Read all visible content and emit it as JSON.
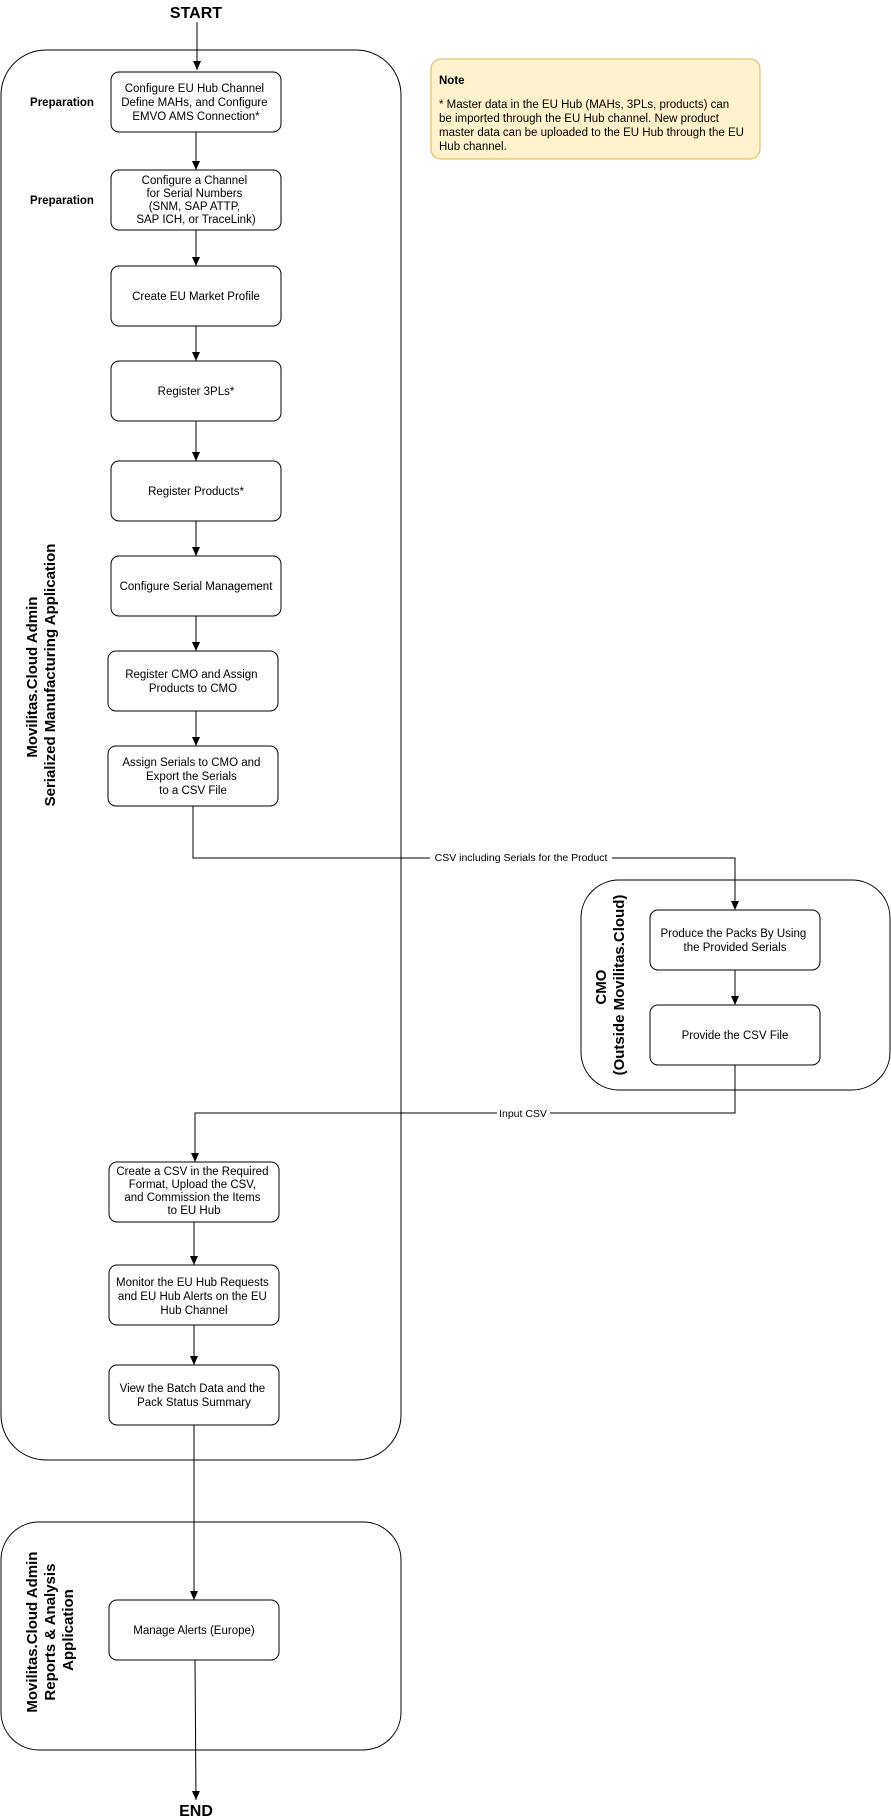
{
  "start_label": "START",
  "end_label": "END",
  "lanes": {
    "main": [
      "Movilitas.Cloud Admin",
      "Serialized Manufacturing Application"
    ],
    "cmo": [
      "CMO",
      "(Outside Movilitas.Cloud)"
    ],
    "reports": [
      "Movilitas.Cloud Admin",
      "Reports & Analysis",
      "Application"
    ]
  },
  "side_labels": {
    "prep1": "Preparation",
    "prep2": "Preparation"
  },
  "steps": {
    "configure_eu_hub": [
      "Configure EU Hub Channel",
      "Define MAHs, and Configure",
      "EMVO AMS Connection*"
    ],
    "configure_serial_channel": [
      "Configure a Channel",
      "for Serial Numbers",
      "(SNM, SAP ATTP,",
      "SAP ICH, or TraceLink)"
    ],
    "create_market_profile": [
      "Create EU Market Profile"
    ],
    "register_3pls": [
      "Register 3PLs*"
    ],
    "register_products": [
      "Register Products*"
    ],
    "configure_serial_mgmt": [
      "Configure Serial Management"
    ],
    "register_cmo": [
      "Register CMO and Assign",
      "Products to CMO"
    ],
    "assign_serials": [
      "Assign Serials to CMO and",
      "Export the Serials",
      "to a CSV File"
    ],
    "produce_packs": [
      "Produce the Packs By Using",
      "the Provided Serials"
    ],
    "provide_csv": [
      "Provide the CSV File"
    ],
    "create_csv": [
      "Create a CSV in the Required",
      "Format, Upload the CSV,",
      "and Commission the Items",
      "to EU Hub"
    ],
    "monitor": [
      "Monitor the EU Hub Requests",
      "and EU Hub Alerts on the EU",
      "Hub Channel"
    ],
    "view_batch": [
      "View the Batch Data and the",
      "Pack Status Summary"
    ],
    "manage_alerts": [
      "Manage Alerts (Europe)"
    ]
  },
  "edge_labels": {
    "csv_serials": "CSV including Serials for the Product",
    "input_csv": "Input CSV"
  },
  "note": {
    "title": "Note",
    "lines": [
      "* Master data in the EU Hub (MAHs, 3PLs, products) can",
      "be imported through the EU Hub channel. New product",
      "master data can be uploaded to the EU Hub through the EU",
      "Hub channel."
    ]
  }
}
